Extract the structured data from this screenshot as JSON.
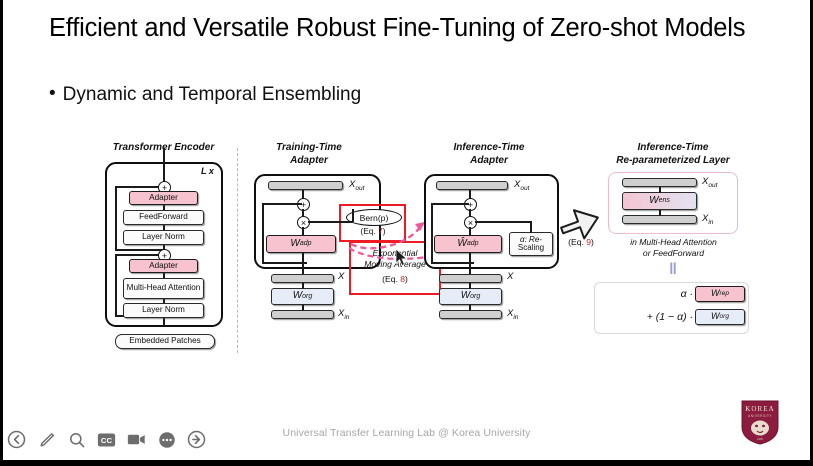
{
  "slide": {
    "title": "Efficient and Versatile Robust Fine-Tuning of Zero-shot Models",
    "bullet_marker": "•",
    "bullet": "Dynamic and Temporal Ensembling",
    "footer": "Universal Transfer Learning Lab @ Korea University"
  },
  "logo": {
    "name": "korea-university-logo",
    "top_text": "KOREA",
    "sub_text": "UNIVERSITY",
    "color": "#8b1b3f"
  },
  "figure": {
    "panels": {
      "encoder": {
        "title": "Transformer Encoder",
        "repeat_label": "L x",
        "blocks": [
          "Adapter",
          "FeedForward",
          "Layer Norm",
          "Adapter",
          "Multi-Head Attention",
          "Layer Norm",
          "Embedded Patches"
        ],
        "op_add": "+"
      },
      "training": {
        "title_line1": "Training-Time",
        "title_line2": "Adapter",
        "x_out": "X",
        "x_out_sub": "out",
        "x_mid": "X",
        "x_in": "X",
        "x_in_sub": "in",
        "w_adp": "W",
        "w_adp_sub": "adp",
        "w_org": "W",
        "w_org_sub": "org",
        "bern": "Bern(p)",
        "bern_eq_prefix": "(Eq. ",
        "bern_eq_num": "7",
        "bern_eq_suffix": ")",
        "ema_line1": "Exponential",
        "ema_line2": "Moving Average",
        "ema_eq_prefix": "(Eq. ",
        "ema_eq_num": "8",
        "ema_eq_suffix": ")",
        "op_add": "+",
        "op_mul": "×"
      },
      "inference": {
        "title_line1": "Inference-Time",
        "title_line2": "Adapter",
        "x_out": "X",
        "x_out_sub": "out",
        "x_mid": "X",
        "x_in": "X",
        "x_in_sub": "in",
        "w_adp": "Ŵ",
        "w_adp_sub": "adp",
        "w_org": "W",
        "w_org_sub": "org",
        "rescale_line1": "α: Re-",
        "rescale_line2": "Scaling",
        "op_add": "+",
        "op_mul": "×"
      },
      "reparam": {
        "title_line1": "Inference-Time",
        "title_line2": "Re-parameterized Layer",
        "x_out": "X",
        "x_out_sub": "out",
        "x_in": "X",
        "x_in_sub": "in",
        "w_ens": "W",
        "w_ens_sub": "ens",
        "caption_line1": "in Multi-Head Attention",
        "caption_line2": "or FeedForward",
        "equals": "‖",
        "formula_alpha": "α ·",
        "formula_second": "+ (1 − α) ·",
        "w_rep": "W",
        "w_rep_sub": "rep",
        "w_org": "W",
        "w_org_sub": "org"
      }
    },
    "big_arrow_eq_prefix": "(Eq. ",
    "big_arrow_eq_num": "9",
    "big_arrow_eq_suffix": ")",
    "colors": {
      "pink": "#f6c3ce",
      "blue": "#e6edf9",
      "grey": "#cfcfcf",
      "red_highlight": "#ed1c24"
    }
  },
  "toolbar": {
    "items": [
      {
        "name": "back-arrow-icon",
        "label": "Back"
      },
      {
        "name": "pencil-icon",
        "label": "Annotate"
      },
      {
        "name": "search-icon",
        "label": "Search"
      },
      {
        "name": "closed-caption-icon",
        "label": "CC"
      },
      {
        "name": "video-camera-icon",
        "label": "Video"
      },
      {
        "name": "more-options-icon",
        "label": "More"
      },
      {
        "name": "forward-arrow-icon",
        "label": "Forward"
      }
    ]
  }
}
